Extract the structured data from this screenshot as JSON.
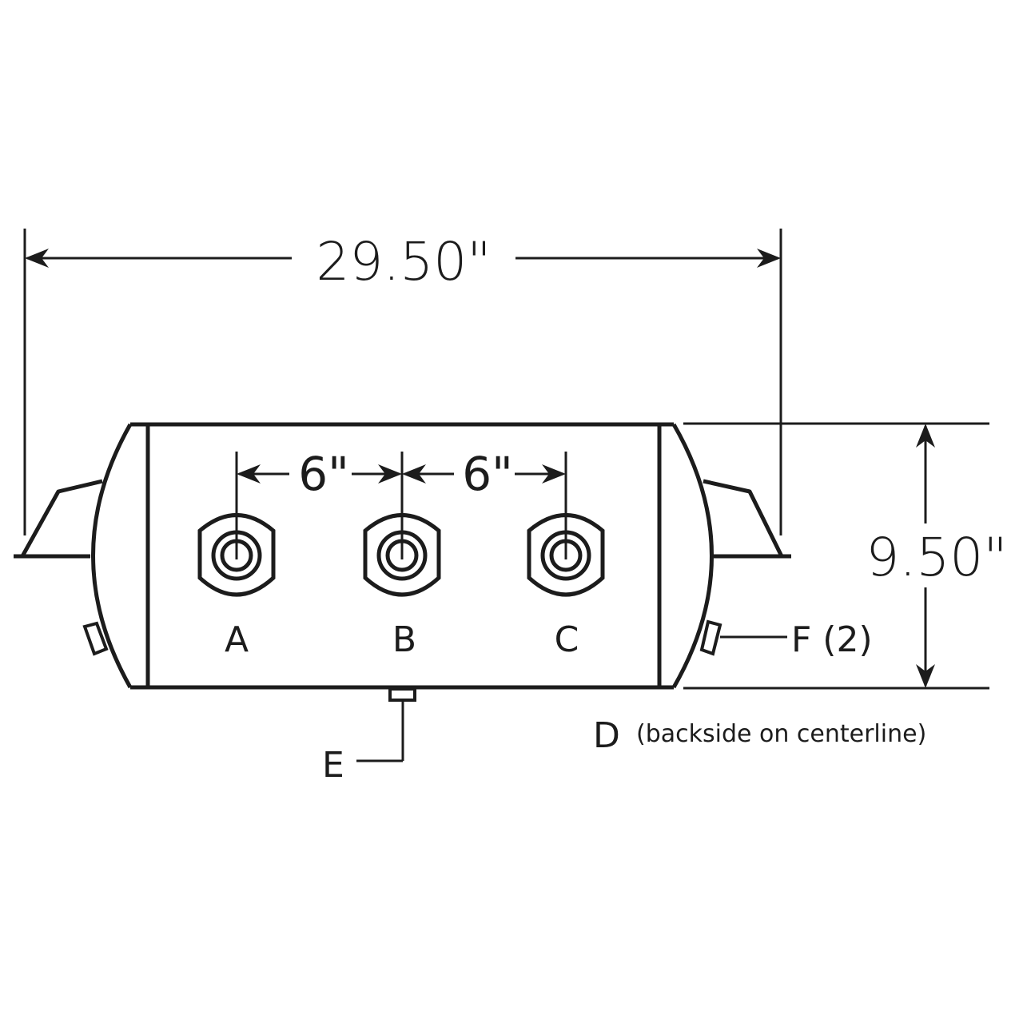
{
  "diagram": {
    "subject": "air tank",
    "colors": {
      "line": "#1c1c1c",
      "background": "#ffffff"
    },
    "dimensions": {
      "overall_length": "29.50\"",
      "diameter": "9.50\"",
      "port_spacing_ab": "6\"",
      "port_spacing_bc": "6\""
    },
    "ports": [
      {
        "id": "A",
        "label": "A"
      },
      {
        "id": "B",
        "label": "B"
      },
      {
        "id": "C",
        "label": "C"
      }
    ],
    "callouts": {
      "e_label": "E",
      "f_label": "F (2)",
      "d_letter": "D",
      "d_note": "(backside on centerline)"
    }
  }
}
